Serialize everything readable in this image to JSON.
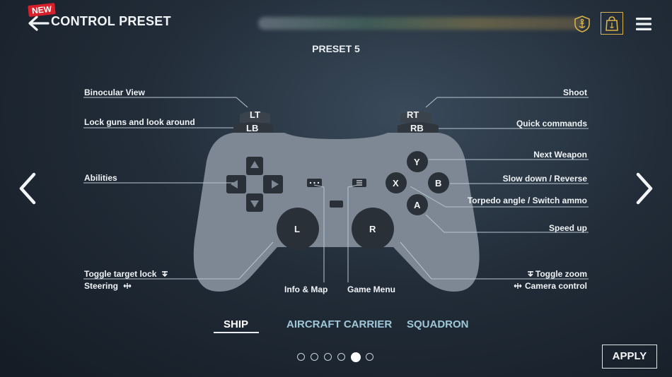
{
  "header": {
    "new_badge": "NEW",
    "title": "CONTROL PRESET"
  },
  "preset": {
    "title": "PRESET 5"
  },
  "controller": {
    "buttons": {
      "lt": "LT",
      "lb": "LB",
      "rt": "RT",
      "rb": "RB",
      "y": "Y",
      "x": "X",
      "b": "B",
      "a": "A",
      "l": "L",
      "r": "R"
    }
  },
  "mappings": {
    "binocular_view": "Binocular View",
    "lock_guns": "Lock guns and look around",
    "abilities": "Abilities",
    "toggle_target_lock": "Toggle target lock",
    "steering": "Steering",
    "info_map": "Info & Map",
    "game_menu": "Game Menu",
    "shoot": "Shoot",
    "quick_commands": "Quick commands",
    "next_weapon": "Next Weapon",
    "slow_down": "Slow down / Reverse",
    "torpedo_angle": "Torpedo angle / Switch ammo",
    "speed_up": "Speed up",
    "toggle_zoom": "Toggle zoom",
    "camera_control": "Camera control"
  },
  "tabs": [
    {
      "label": "SHIP",
      "active": true
    },
    {
      "label": "AIRCRAFT CARRIER",
      "active": false
    },
    {
      "label": "SQUADRON",
      "active": false
    }
  ],
  "pagination": {
    "count": 6,
    "active_index": 4
  },
  "apply_label": "APPLY",
  "colors": {
    "controller_body": "#7d8894",
    "button_dark": "#2a3038",
    "line": "#b8c6d0",
    "tab_inactive": "#9fc7d8",
    "gold": "#d9b24a",
    "new_badge": "#d8202c"
  }
}
